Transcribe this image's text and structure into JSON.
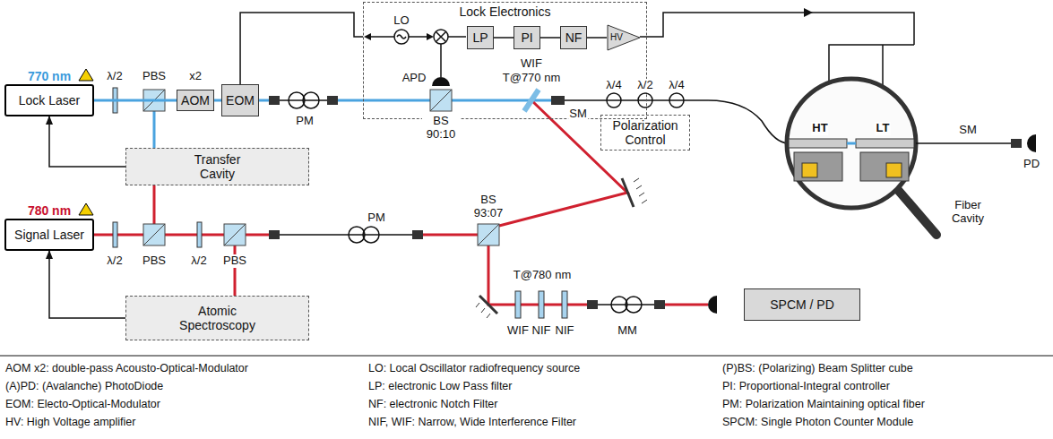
{
  "diagram": {
    "nodes": [
      {
        "text": [
          "Lock Electronics"
        ]
      },
      {
        "text": [
          "LP"
        ],
        "in": 0
      },
      {
        "text": [
          "PI"
        ],
        "in": 0
      },
      {
        "text": [
          "NF"
        ],
        "in": 0
      },
      {
        "text": [
          "HV"
        ],
        "in": 0
      },
      {
        "text": [
          "770 nm",
          "Lock Laser"
        ]
      },
      {
        "text": [
          "AOM"
        ]
      },
      {
        "text": [
          "EOM"
        ]
      },
      {
        "text": [
          "Transfer Cavity"
        ]
      },
      {
        "text": [
          "780 nm",
          "Signal Laser"
        ]
      },
      {
        "text": [
          "Atomic Spectroscopy"
        ]
      },
      {
        "text": [
          "Polarization Control"
        ]
      },
      {
        "text": [
          "SPCM / PD"
        ]
      }
    ],
    "edges": [
      {
        "from": 0,
        "to": 7,
        "arrow": "none"
      },
      {
        "from": 1,
        "to": 2,
        "arrow": "none"
      },
      {
        "from": 2,
        "to": 3,
        "arrow": "none"
      },
      {
        "from": 3,
        "to": 4,
        "arrow": "none"
      },
      {
        "from": 8,
        "to": 5,
        "arrow": "to"
      },
      {
        "from": 10,
        "to": 9,
        "arrow": "to"
      },
      {
        "from": 5,
        "to": 6,
        "arrow": "none"
      },
      {
        "from": 6,
        "to": 7,
        "arrow": "none"
      }
    ],
    "labels": [
      "LO",
      "λ/2",
      "PBS",
      "x2",
      "PM",
      "APD",
      "BS 90:10",
      "WIF",
      "T@770 nm",
      "SM",
      "λ/4",
      "λ/2",
      "λ/4",
      "HT",
      "LT",
      "Fiber Cavity",
      "SM",
      "PD",
      "λ/2",
      "PBS",
      "λ/2",
      "PBS",
      "PM",
      "BS 93:07",
      "T@780 nm",
      "WIF",
      "NIF",
      "NIF",
      "MM",
      "AOM x2: double-pass Acousto-Optical-Modulator",
      "LO: Local Oscillator radiofrequency source",
      "(P)BS: (Polarizing) Beam Splitter cube",
      "(A)PD: (Avalanche) PhotoDiode",
      "LP: electronic Low Pass filter",
      "PI: Proportional-Integral controller",
      "EOM: Electo-Optical-Modulator",
      "NF: electronic Notch Filter",
      "PM: Polarization Maintaining optical fiber",
      "HV: High Voltage amplifier",
      "NIF, WIF: Narrow, Wide Interference Filter",
      "SPCM: Single Photon Counter Module"
    ]
  }
}
